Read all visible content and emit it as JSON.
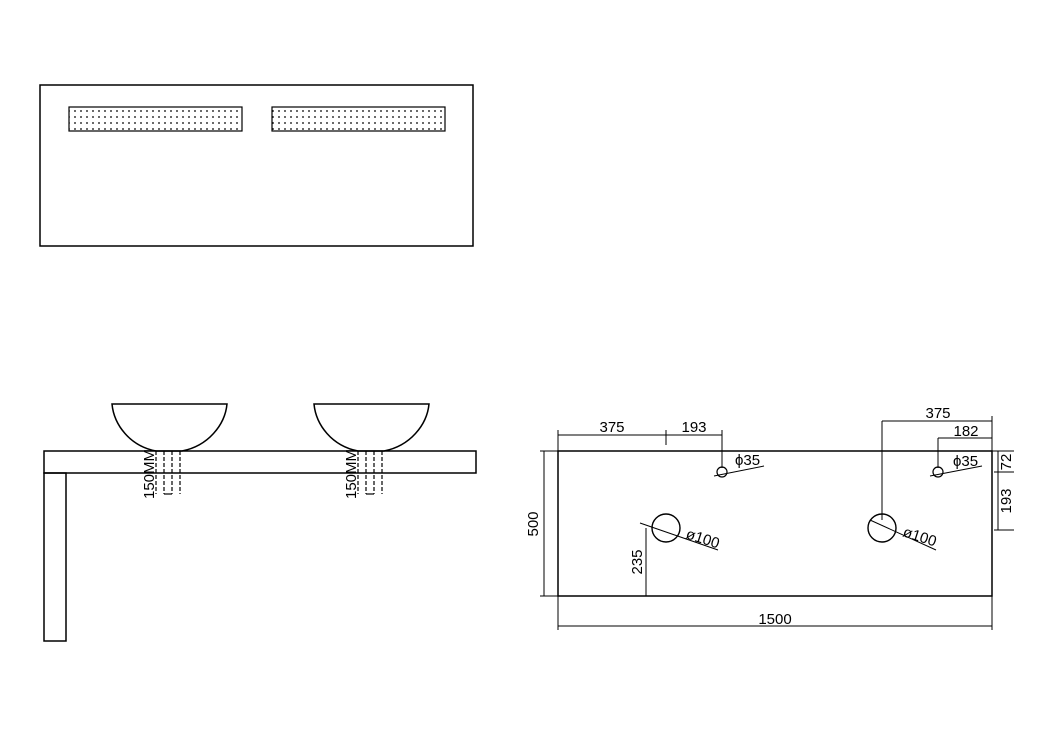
{
  "drawing": {
    "front_view": {
      "drain_label_left": "150MM",
      "drain_label_right": "150MM"
    },
    "plan_view": {
      "dim_top_left_a": "375",
      "dim_top_left_b": "193",
      "dim_top_right_a": "375",
      "dim_top_right_b": "182",
      "dim_right_top": "72",
      "dim_right_mid": "193",
      "dim_height": "500",
      "dim_width": "1500",
      "dim_bottom_offset": "235",
      "tap_hole_left": "ϕ35",
      "tap_hole_right": "ϕ35",
      "waste_hole_left": "ø100",
      "waste_hole_right": "ø100"
    }
  }
}
